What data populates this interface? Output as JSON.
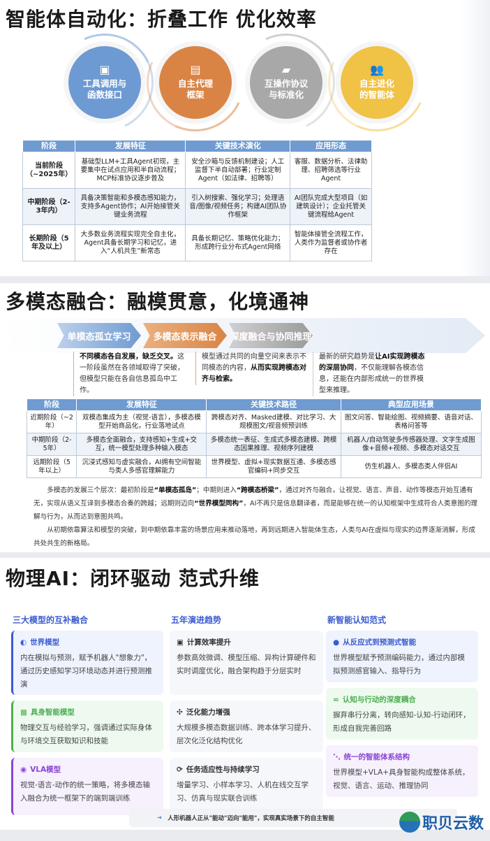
{
  "s1": {
    "title": "智能体自动化：折叠工作 优化效率",
    "steps": [
      {
        "label1": "工具调用与",
        "label2": "函数接口",
        "icon": "clipboard-icon",
        "color": "#6e9ad3"
      },
      {
        "label1": "自主代理",
        "label2": "框架",
        "icon": "document-icon",
        "color": "#d98445"
      },
      {
        "label1": "互操作协议",
        "label2": "与标准化",
        "icon": "folder-icon",
        "color": "#a8a8a8"
      },
      {
        "label1": "自主进化",
        "label2": "的智能体",
        "icon": "users-icon",
        "color": "#f0c245"
      }
    ],
    "table": {
      "headers": [
        "阶段",
        "发展特征",
        "关键技术演化",
        "应用形态"
      ],
      "rows": [
        [
          "当前阶段（~2025年）",
          "基础型LLM+工具Agent初现，主要集中在试点应用和半自动流程；MCP标准协议逐步普及",
          "安全沙箱与反馈机制建设；人工监督下半自动部署；行业定制Agent（如法律、招聘等）",
          "客服、数据分析、法律助理、招聘筛选等行业Agent"
        ],
        [
          "中期阶段（2-3年内）",
          "具备决策智能和多模态感知能力，支持多Agent协作；AI开始接管关键业务流程",
          "引入树搜索、强化学习；处理语音/图像/视频任务；构建AI团队协作框架",
          "AI团队完成大型项目（如建筑设计）；企业托管关键流程给Agent"
        ],
        [
          "长期阶段（5年及以上）",
          "大多数业务流程实现完全自主化，Agent具备长期学习和记忆，进入“人机共生”新常态",
          "具备长期记忆、策略优化能力；形成跨行业分布式Agent网络",
          "智能体接管全流程工作，人类作为监督者或协作者存在"
        ]
      ]
    }
  },
  "s2": {
    "title": "多模态融合：融模贯意，化境通神",
    "phases": [
      {
        "label": "单模态孤立学习",
        "bold": "不同模态各自发展，缺乏交叉。",
        "text": "这一阶段虽然在各领域取得了突破，但模型只能在各自信息孤岛中工作。"
      },
      {
        "label": "多模态表示融合",
        "text": "模型通过共同的向量空间来表示不同模态的内容，",
        "bold": "从而实现跨模态对齐与检索。"
      },
      {
        "label": "深度融合与协同推理",
        "text": "最新的研究趋势是",
        "bold": "让AI实现跨模态的深层协同",
        "text2": "，不仅能理解各模态信息，还能在内部形成统一的世界模型来推理。"
      }
    ],
    "table": {
      "headers": [
        "阶段",
        "发展特征",
        "关键技术路径",
        "典型应用场景"
      ],
      "rows": [
        [
          "近期阶段（~2年）",
          "双模态集成为主（视觉-语言），多模态模型开始商品化，行业落地试点",
          "跨模态对齐、Masked建模、对比学习、大规模图文/视音频预训练",
          "图文问答、智能绘图、视频摘要、语音对话、表格问答等"
        ],
        [
          "中期阶段（2-5年）",
          "多模态全面融合，支持感知+生成+交互，统一模型处理多种输入模态",
          "多模态统一表征、生成式多模态建模、跨模态因果推理、视频序列建模",
          "机器人/自动驾驶多传感器处理、文字生成图像+音频+视频、多模态对话交互"
        ],
        [
          "远期阶段（5年以上）",
          "沉浸式感知与虚实融合，AI拥有空间智能与类人多感官理解能力",
          "世界模型、虚拟+现实数据互通、多模态感官编码+同步交互",
          "仿生机器人、多模态类人伴侣AI"
        ]
      ]
    },
    "para1": {
      "a": "多模态的发展三个层次：最初阶段是",
      "b1": "“单模态孤岛”",
      "c": "；中期则进入",
      "b2": "“跨模态桥梁”",
      "d": "，通过对齐与融合，让视觉、语言、声音、动作等模态开始互通有无，实现从语义互译到多模态合奏的跨越；远期则迈向",
      "b3": "“世界模型同构”",
      "e": "，AI不再只是信息翻译者，而是能够在统一的认知框架中生成符合人类意图的理解与行为，从而达到意图共鸣。"
    },
    "para2": "从初期依靠算法和模型的突破，到中期依靠丰富的场景应用来推动落地，再到远期进入智能体生态，人类与AI在虚拟与现实的边界逐渐消解，形成共处共生的新格局。"
  },
  "s3": {
    "title": "物理AI：闭环驱动 范式升维",
    "columns": [
      {
        "heading": "三大模型的互补融合",
        "cards": [
          {
            "title": "世界模型",
            "icon": "brain-icon",
            "text": "内在模拟与预测，赋予机器人\"想象力\"，通过历史感知学习环境动态并进行预测推演",
            "color": "#3b5bd1",
            "bg": "#eef3fd"
          },
          {
            "title": "具身智能模型",
            "icon": "robot-icon",
            "text": "物理交互与经验学习，强调通过实际身体与环境交互获取知识和技能",
            "color": "#4caf50",
            "bg": "#eefaf0"
          },
          {
            "title": "VLA模型",
            "icon": "eye-icon",
            "text": "视觉-语言-动作的统一策略，将多模态输入融合为统一框架下的端到端训练",
            "color": "#8b45d6",
            "bg": "#f6f1fc"
          }
        ]
      },
      {
        "heading": "五年演进趋势",
        "cards": [
          {
            "title": "计算效率提升",
            "icon": "chip-icon",
            "text": "参数高效微调、模型压缩、异构计算硬件和实时调度优化，融合架构趋于分层实时",
            "color": "#333",
            "bg": "#f6f7fa"
          },
          {
            "title": "泛化能力增强",
            "icon": "expand-icon",
            "text": "大规模多模态数据训练、跨本体学习提升、层次化泛化结构优化",
            "color": "#333",
            "bg": "#f6f7fa"
          },
          {
            "title": "任务适应性与持续学习",
            "icon": "refresh-icon",
            "text": "增量学习、小样本学习、人机在线交互学习、仿真与现实联合训练",
            "color": "#333",
            "bg": "#f6f7fa"
          }
        ]
      },
      {
        "heading": "新智能认知范式",
        "cards": [
          {
            "title": "从反应式到预测式智能",
            "icon": "lightbulb-icon",
            "text": "世界模型赋予预测编码能力，通过内部模拟预测感官输入、指导行为",
            "color": "#3b5bd1",
            "bg": "#eef3fd"
          },
          {
            "title": "认知与行动的深度耦合",
            "icon": "link-icon",
            "text": "摒弃串行分离，转向感知-认知-行动闭环，形成自我完善回路",
            "color": "#4caf50",
            "bg": "#eefaf0"
          },
          {
            "title": "统一的智能体系结构",
            "icon": "network-icon",
            "text": "世界模型+VLA+具身智能构成整体系统，视觉、语言、运动、推理协同",
            "color": "#8b45d6",
            "bg": "#f6f1fc"
          }
        ]
      }
    ],
    "footer": "人形机器人正从\"能动\"迈向\"能用\"，实现真实场景下的自主智能"
  },
  "logo": {
    "text": "职贝云数"
  }
}
